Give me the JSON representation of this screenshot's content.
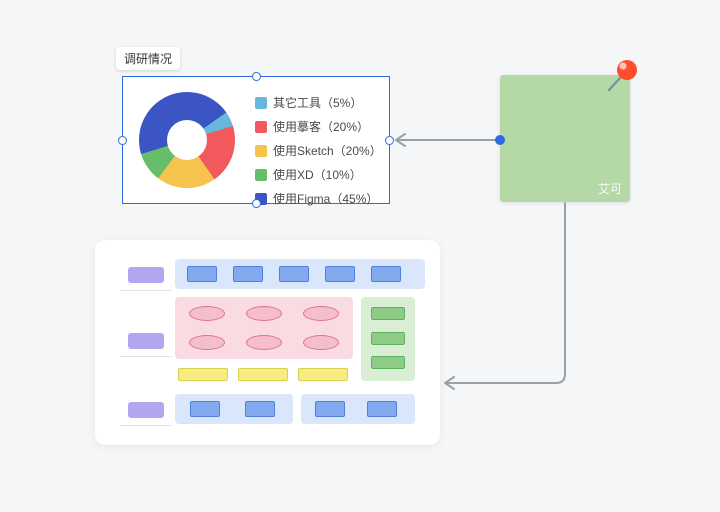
{
  "canvas": {
    "background": "#f5f6f7"
  },
  "selection": {
    "label": "调研情况",
    "accent_color": "#2e6ae2"
  },
  "chart_data": {
    "type": "pie",
    "donut": true,
    "title": "调研情况",
    "labels": [
      "其它工具（5%）",
      "使用摹客（20%）",
      "使用Sketch（20%）",
      "使用XD（10%）",
      "使用Figma（45%）"
    ],
    "values": [
      5,
      20,
      20,
      10,
      45
    ],
    "colors": [
      "#68b7dc",
      "#f1595d",
      "#f6c44d",
      "#67bd6a",
      "#3c55c5"
    ],
    "legend_position": "right",
    "start_angle_deg": 55
  },
  "sticky_note": {
    "author": "艾可",
    "color": "#b5d8a7",
    "pin_color": "#ff4d2e"
  },
  "connectors": {
    "color": "#9aa0a6",
    "anchor_color": "#2e6ae2"
  },
  "wireframe_palette": {
    "label_chip": "#b4a5f0",
    "row_container": "#d9e6fc",
    "blue_box": "#83a9ee",
    "pink_panel": "#f9dbe1",
    "pink_ellipse": "#f5becb",
    "green_panel": "#daeed5",
    "green_box": "#8ecb86",
    "yellow_box": "#f6ec82"
  }
}
